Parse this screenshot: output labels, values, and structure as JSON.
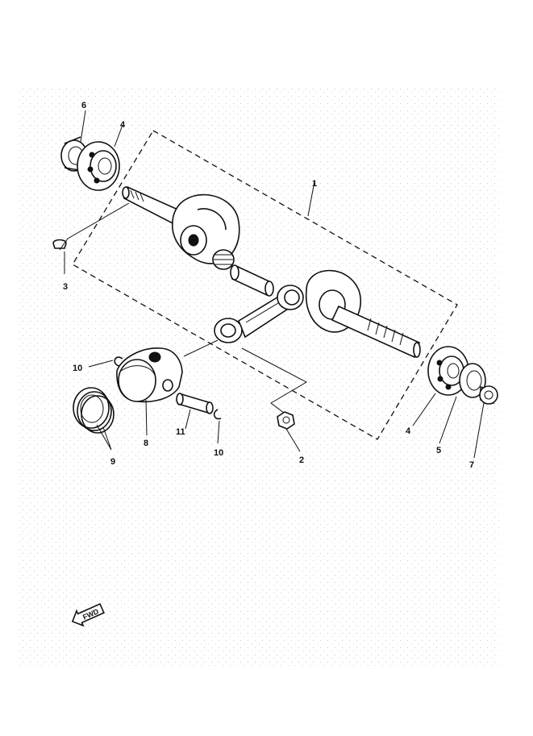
{
  "callouts": {
    "c1": "1",
    "c2": "2",
    "c3": "3",
    "c4a": "4",
    "c4b": "4",
    "c5": "5",
    "c6": "6",
    "c7": "7",
    "c8": "8",
    "c9": "9",
    "c10a": "10",
    "c10b": "10",
    "c11": "11"
  },
  "fwd_arrow": {
    "label": "FWD"
  }
}
